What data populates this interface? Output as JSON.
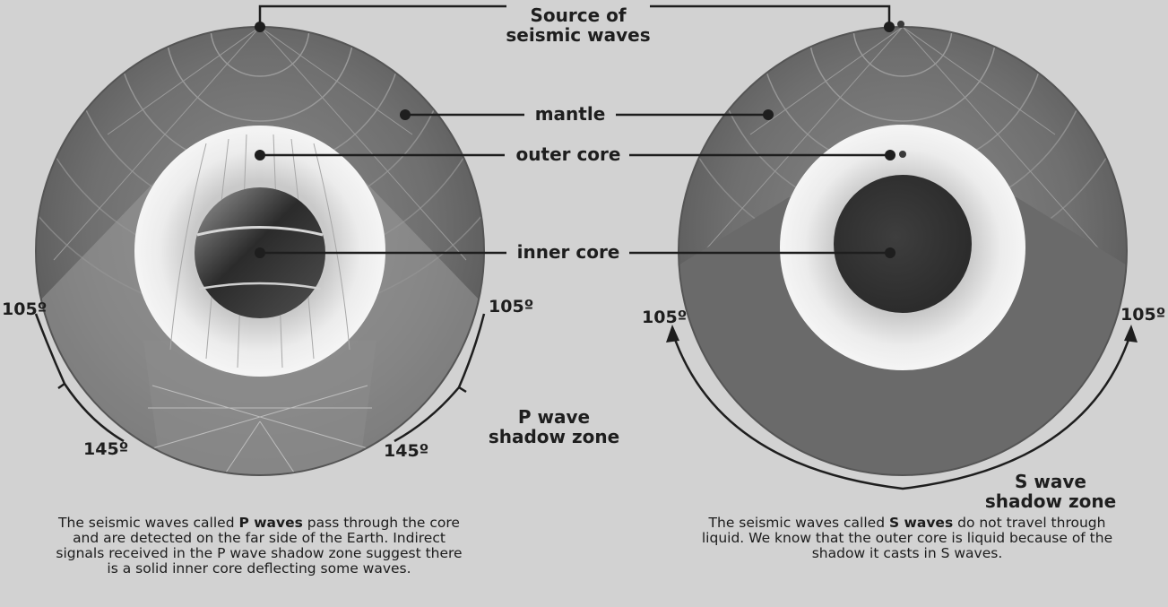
{
  "labels": {
    "source_line1": "Source of",
    "source_line2": "seismic waves",
    "mantle": "mantle",
    "outer_core": "outer core",
    "inner_core": "inner core"
  },
  "p_diagram": {
    "angle_left_top": "105º",
    "angle_right_top": "105º",
    "angle_left_bottom": "145º",
    "angle_right_bottom": "145º",
    "shadow_line1": "P wave",
    "shadow_line2": "shadow zone",
    "caption": {
      "part1": "The seismic waves called ",
      "bold": "P waves",
      "part2": " pass through the core and are detected on the far side of the Earth. Indirect signals received in the P wave shadow zone suggest there is a solid inner core deflecting some waves."
    }
  },
  "s_diagram": {
    "angle_left": "105º",
    "angle_right": "105º",
    "shadow_line1": "S wave",
    "shadow_line2": "shadow zone",
    "caption": {
      "part1": "The seismic waves called ",
      "bold": "S waves",
      "part2": " do not travel through liquid. We know that the outer core is liquid because of the shadow it casts in S waves."
    }
  },
  "colors": {
    "background": "#d2d2d2",
    "mantle": "#6d6d6d",
    "outer_core": "#e9e9e9",
    "inner_core": "#3a3a3a",
    "text": "#1e1e1e"
  }
}
